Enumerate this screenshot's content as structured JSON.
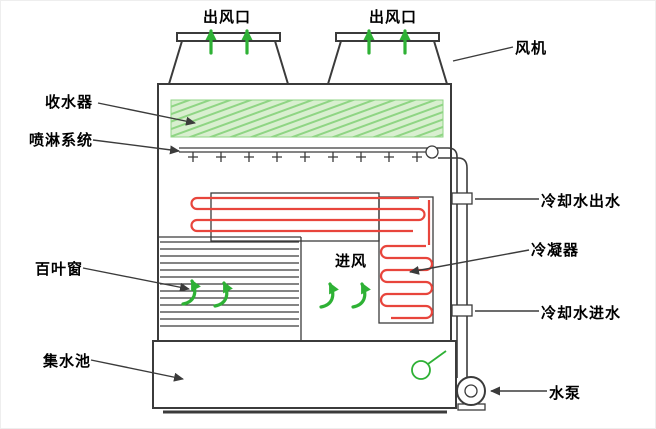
{
  "colors": {
    "background": "#ffffff",
    "line": "#3b3b3b",
    "coil": "#e8453c",
    "airflow": "#2eb135",
    "eliminator_fill": "#d8efcf",
    "eliminator_hatch": "#8fd584",
    "label_color": "#000000"
  },
  "labels": {
    "air_outlet_left": "出风口",
    "air_outlet_right": "出风口",
    "fan": "风机",
    "drift_eliminator": "收水器",
    "spray_system": "喷淋系统",
    "louver": "百叶窗",
    "water_basin": "集水池",
    "cooling_water_outlet": "冷却水出水",
    "condenser": "冷凝器",
    "cooling_water_inlet": "冷却水进水",
    "water_pump": "水泵",
    "air_inlet": "进风"
  }
}
